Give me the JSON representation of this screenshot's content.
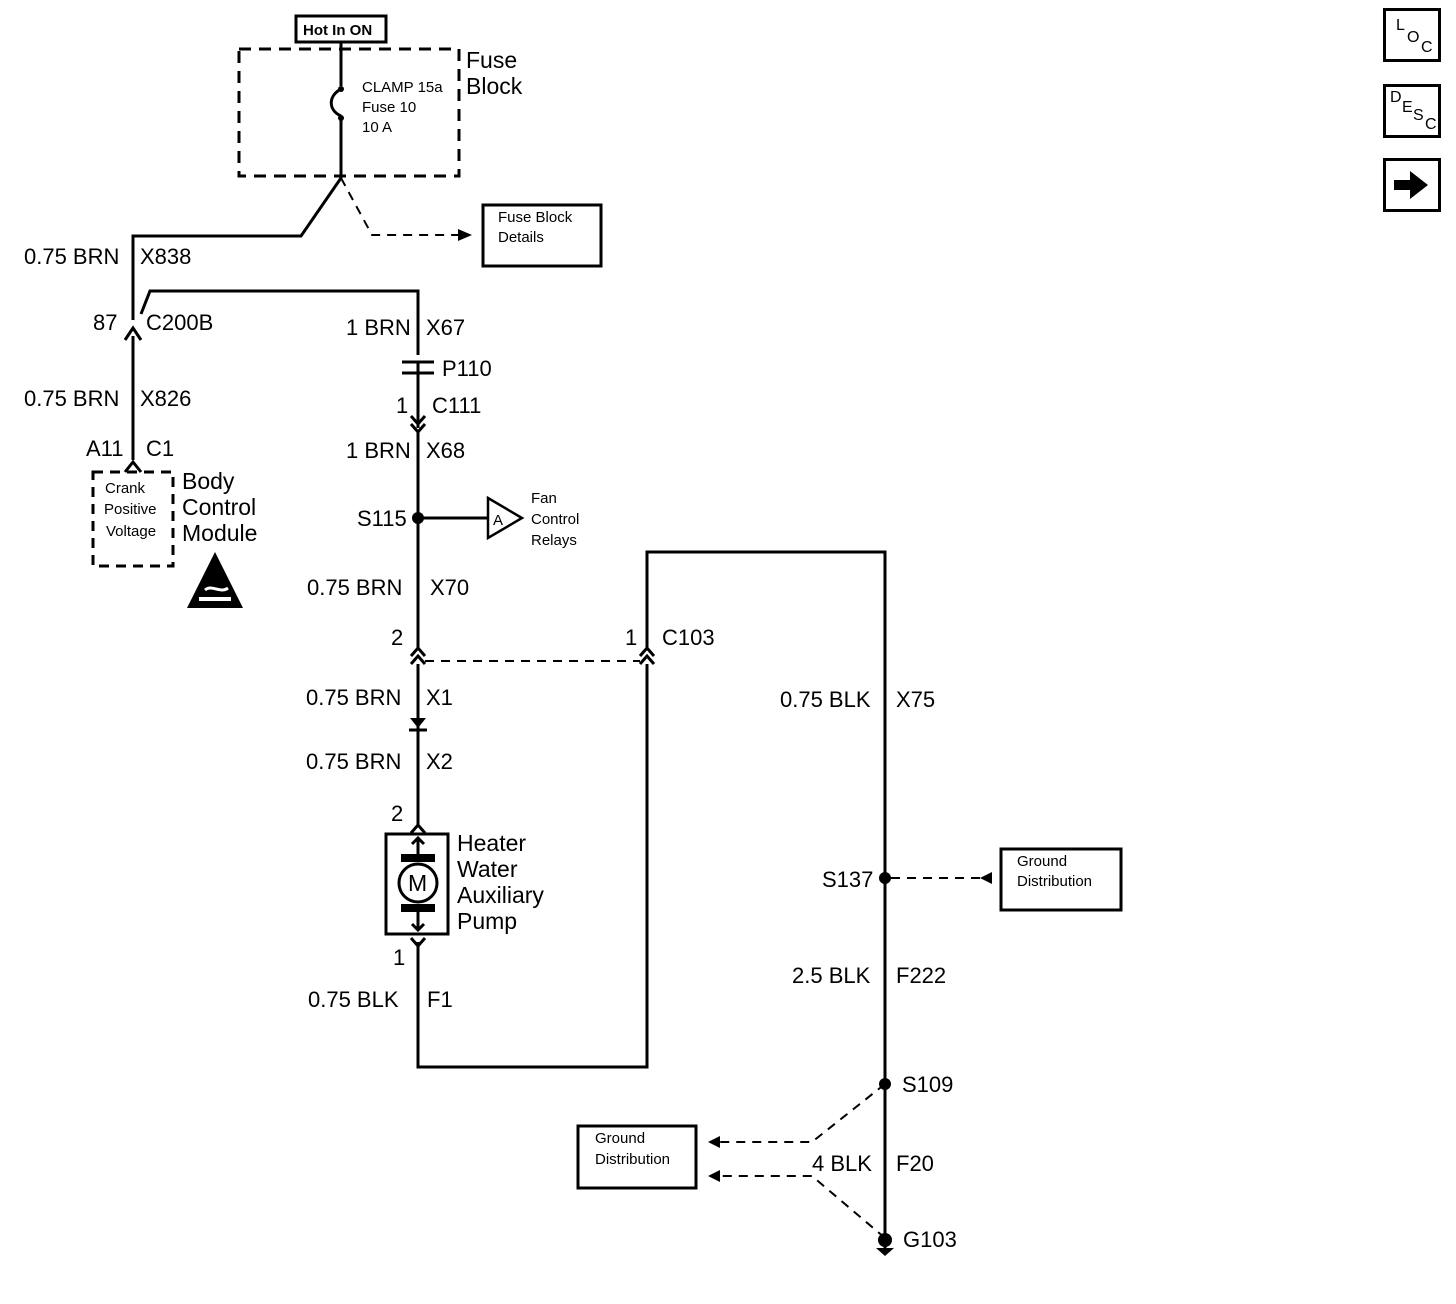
{
  "power": {
    "hot_label": "Hot In ON"
  },
  "fuse_block": {
    "title_line1": "Fuse",
    "title_line2": "Block",
    "fuse_line1": "CLAMP 15a",
    "fuse_line2": "Fuse 10",
    "fuse_line3": "10 A",
    "details_line1": "Fuse Block",
    "details_line2": "Details"
  },
  "wires": {
    "x838_gauge": "0.75 BRN",
    "x838_id": "X838",
    "c200b_pin": "87",
    "c200b_id": "C200B",
    "x826_gauge": "0.75 BRN",
    "x826_id": "X826",
    "x67_gauge": "1 BRN",
    "x67_id": "X67",
    "p110_id": "P110",
    "c111_pin": "1",
    "c111_id": "C111",
    "x68_gauge": "1 BRN",
    "x68_id": "X68",
    "s115_id": "S115",
    "x70_gauge": "0.75 BRN",
    "x70_id": "X70",
    "c103_pin_left": "2",
    "c103_pin_right": "1",
    "c103_id": "C103",
    "x1_gauge": "0.75 BRN",
    "x1_id": "X1",
    "x2_gauge": "0.75 BRN",
    "x2_id": "X2",
    "pump_pin_top": "2",
    "pump_pin_bottom": "1",
    "f1_gauge": "0.75 BLK",
    "f1_id": "F1",
    "x75_gauge": "0.75 BLK",
    "x75_id": "X75",
    "s137_id": "S137",
    "f222_gauge": "2.5 BLK",
    "f222_id": "F222",
    "s109_id": "S109",
    "f20_gauge": "4 BLK",
    "f20_id": "F20",
    "g103_id": "G103"
  },
  "bcm": {
    "pin": "A11",
    "connector": "C1",
    "inner_line1": "Crank",
    "inner_line2": "Positive",
    "inner_line3": "Voltage",
    "title_line1": "Body",
    "title_line2": "Control",
    "title_line3": "Module",
    "esd_icon": "esd-warning-icon"
  },
  "fan": {
    "ref": "A",
    "line1": "Fan",
    "line2": "Control",
    "line3": "Relays"
  },
  "pump": {
    "motor_symbol": "M",
    "title_line1": "Heater",
    "title_line2": "Water",
    "title_line3": "Auxiliary",
    "title_line4": "Pump"
  },
  "ground_dist_right": {
    "line1": "Ground",
    "line2": "Distribution"
  },
  "ground_dist_left": {
    "line1": "Ground",
    "line2": "Distribution"
  },
  "nav": {
    "loc": {
      "c1": "L",
      "c2": "O",
      "c3": "C"
    },
    "desc": {
      "c1": "D",
      "c2": "E",
      "c3": "S",
      "c4": "C"
    },
    "next_icon": "arrow-right-icon"
  }
}
